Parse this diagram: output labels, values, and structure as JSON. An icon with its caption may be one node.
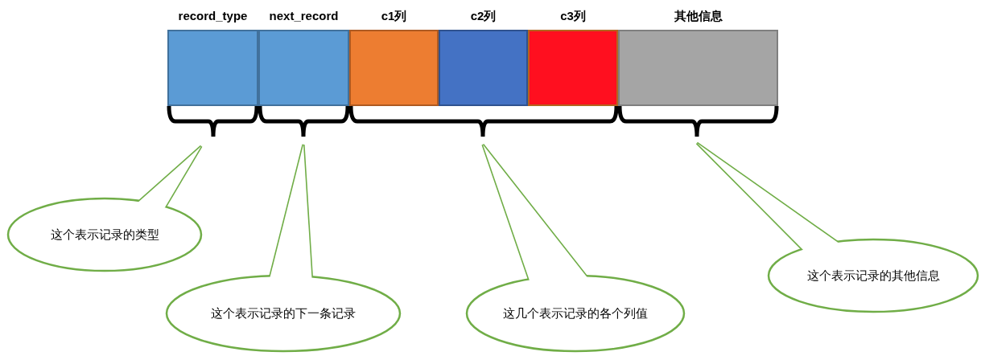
{
  "diagram": {
    "nodes": [
      {
        "text": [
          "record_type"
        ]
      },
      {
        "text": [
          "next_record"
        ]
      },
      {
        "text": [
          "c1列"
        ]
      },
      {
        "text": [
          "c2列"
        ]
      },
      {
        "text": [
          "c3列"
        ]
      },
      {
        "text": [
          "其他信息"
        ]
      },
      {
        "text": [
          "这个表示记录的类型"
        ]
      },
      {
        "text": [
          "这个表示记录的下一条记录"
        ]
      },
      {
        "text": [
          "这几个表示记录的各个列值"
        ]
      },
      {
        "text": [
          "这个表示记录的其他信息"
        ]
      }
    ]
  }
}
